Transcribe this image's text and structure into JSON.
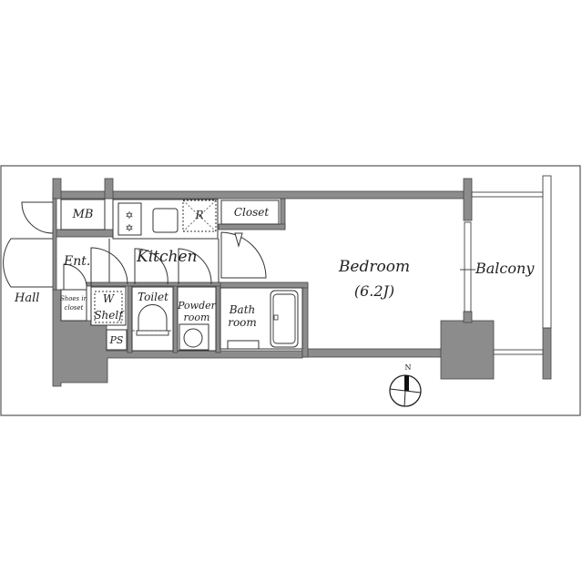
{
  "floorplan": {
    "colors": {
      "wall": "#8c8c8c",
      "wall_outline": "#444444",
      "line": "#333333",
      "background": "#ffffff"
    },
    "rooms": {
      "mb": "MB",
      "entrance": "Ent.",
      "kitchen": "Kitchen",
      "closet": "Closet",
      "refrigerator": "R",
      "hall": "Hall",
      "shoes_in_closet_line1": "Shoes in",
      "shoes_in_closet_line2": "closet",
      "washer": "W",
      "shelf": "Shelf",
      "ps": "PS",
      "toilet": "Toilet",
      "powder_room_line1": "Powder",
      "powder_room_line2": "room",
      "bath_room_line1": "Bath",
      "bath_room_line2": "room",
      "bedroom": "Bedroom",
      "bedroom_size": "(6.2J)",
      "balcony": "Balcony"
    },
    "compass": {
      "north_label": "N"
    }
  }
}
